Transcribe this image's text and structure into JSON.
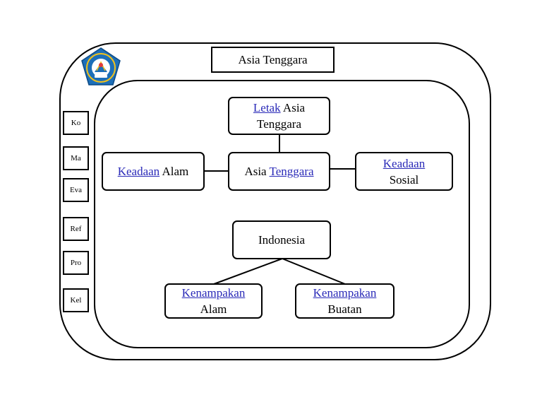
{
  "title": "Asia Tenggara",
  "side_buttons": [
    {
      "label": "Ko"
    },
    {
      "label": "Ma"
    },
    {
      "label": "Eva"
    },
    {
      "label": "Ref"
    },
    {
      "label": "Pro"
    },
    {
      "label": "Kel"
    }
  ],
  "nodes": {
    "letak": {
      "link": "Letak",
      "text1": " Asia",
      "text2": "Tenggara"
    },
    "keadaan_alam": {
      "link": "Keadaan",
      "text": " Alam"
    },
    "asia_tenggara": {
      "text": "Asia ",
      "link": "Tenggara"
    },
    "keadaan_sosial": {
      "link": "Keadaan",
      "text": "Sosial"
    },
    "indonesia": {
      "text": "Indonesia"
    },
    "kenampakan_alam": {
      "link": "Kenampakan",
      "text": "Alam"
    },
    "kenampakan_buatan": {
      "link": "Kenampakan",
      "text": "Buatan"
    }
  },
  "colors": {
    "link": "#2a2ab8",
    "logo_blue": "#1d6fb8",
    "logo_yellow": "#f2c21b"
  },
  "icons": {
    "logo": "tut-wuri-handayani-logo"
  }
}
